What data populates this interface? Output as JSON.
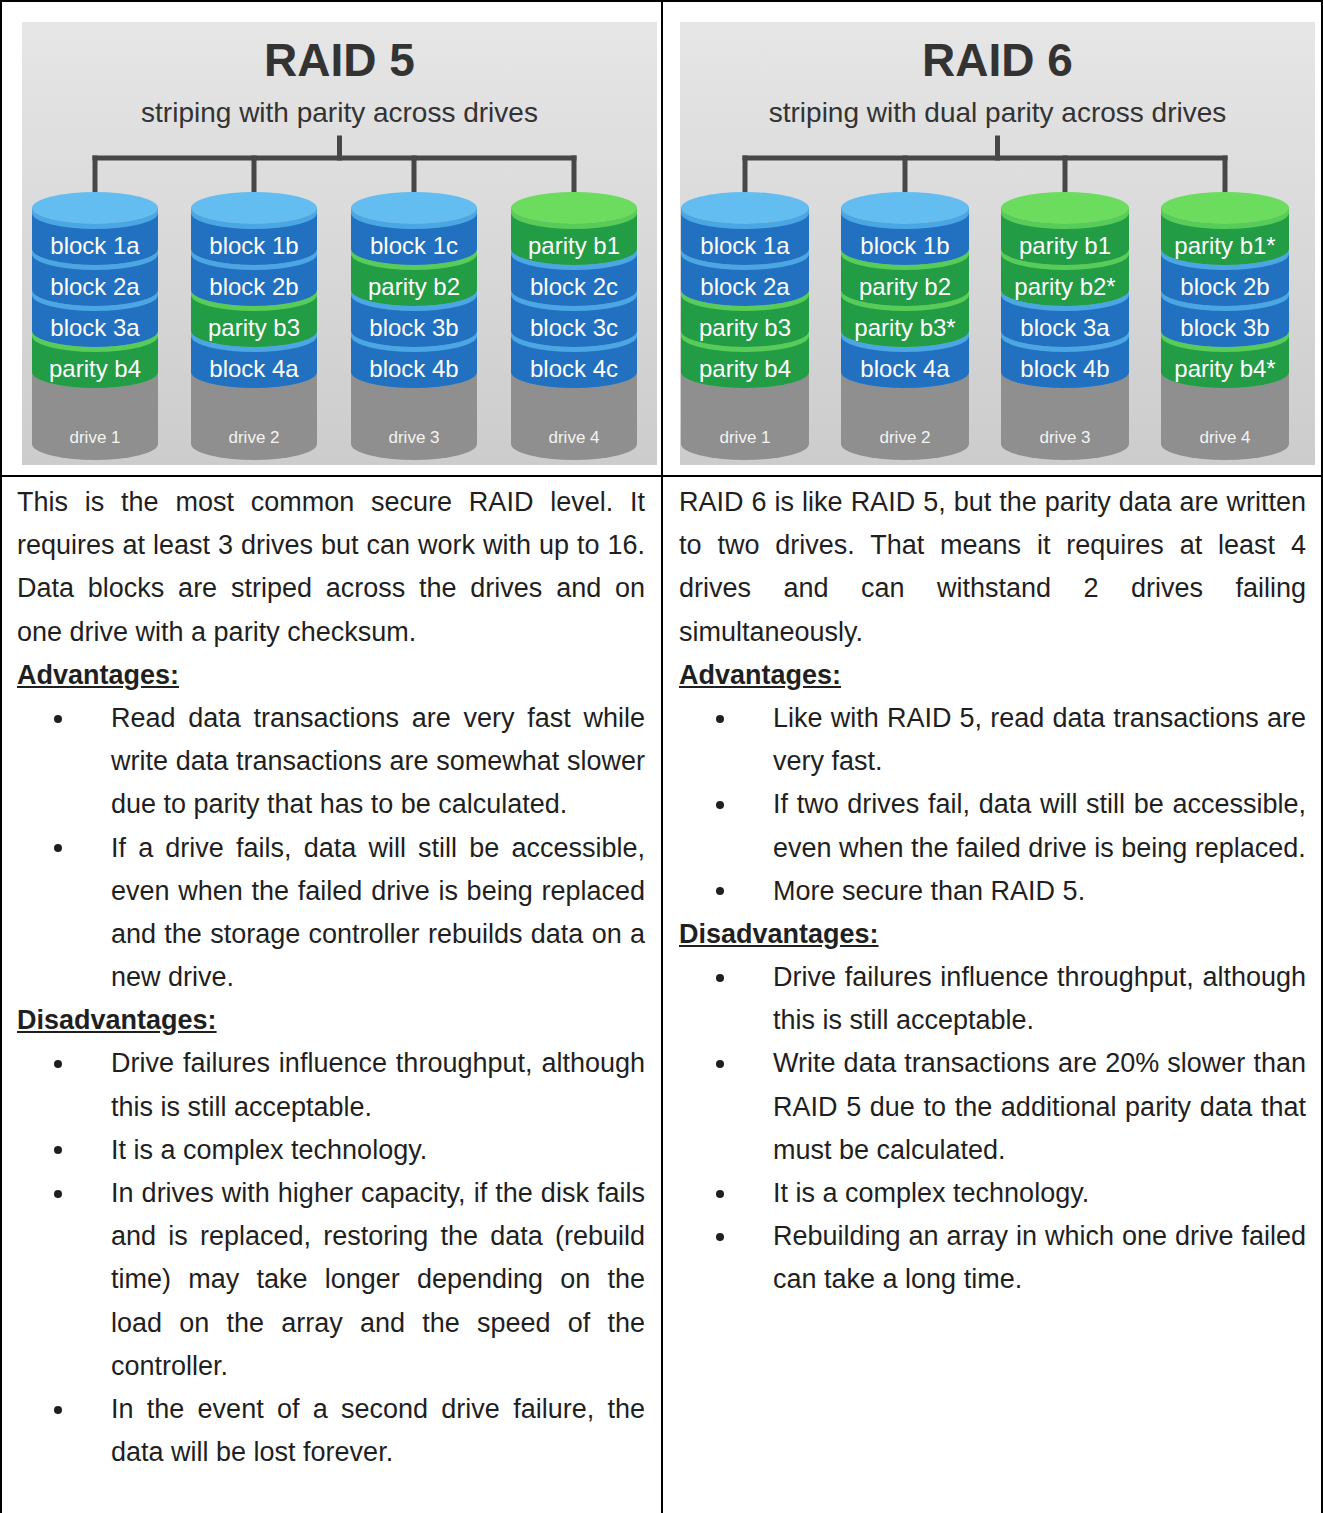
{
  "diagram": {
    "nodes": [
      {
        "text": [
          "RAID 5",
          "striping with parity across drives"
        ]
      },
      {
        "text": [
          "drive 1"
        ],
        "in": 0
      },
      {
        "text": [
          "block 1a"
        ],
        "in": 1
      },
      {
        "text": [
          "block 2a"
        ],
        "in": 1
      },
      {
        "text": [
          "block 3a"
        ],
        "in": 1
      },
      {
        "text": [
          "parity b4"
        ],
        "in": 1
      },
      {
        "text": [
          "drive 2"
        ],
        "in": 0
      },
      {
        "text": [
          "block 1b"
        ],
        "in": 6
      },
      {
        "text": [
          "block 2b"
        ],
        "in": 6
      },
      {
        "text": [
          "parity b3"
        ],
        "in": 6
      },
      {
        "text": [
          "block 4a"
        ],
        "in": 6
      },
      {
        "text": [
          "drive 3"
        ],
        "in": 0
      },
      {
        "text": [
          "block 1c"
        ],
        "in": 11
      },
      {
        "text": [
          "parity b2"
        ],
        "in": 11
      },
      {
        "text": [
          "block 3b"
        ],
        "in": 11
      },
      {
        "text": [
          "block 4b"
        ],
        "in": 11
      },
      {
        "text": [
          "drive 4"
        ],
        "in": 0
      },
      {
        "text": [
          "parity b1"
        ],
        "in": 16
      },
      {
        "text": [
          "block 2c"
        ],
        "in": 16
      },
      {
        "text": [
          "block 3c"
        ],
        "in": 16
      },
      {
        "text": [
          "block 4c"
        ],
        "in": 16
      },
      {
        "text": [
          "RAID 6",
          "striping with dual parity across drives"
        ]
      },
      {
        "text": [
          "drive 1"
        ],
        "in": 21
      },
      {
        "text": [
          "block 1a"
        ],
        "in": 22
      },
      {
        "text": [
          "block 2a"
        ],
        "in": 22
      },
      {
        "text": [
          "parity b3"
        ],
        "in": 22
      },
      {
        "text": [
          "parity b4"
        ],
        "in": 22
      },
      {
        "text": [
          "drive 2"
        ],
        "in": 21
      },
      {
        "text": [
          "block 1b"
        ],
        "in": 27
      },
      {
        "text": [
          "parity b2"
        ],
        "in": 27
      },
      {
        "text": [
          "parity b3*"
        ],
        "in": 27
      },
      {
        "text": [
          "block 4a"
        ],
        "in": 27
      },
      {
        "text": [
          "drive 3"
        ],
        "in": 21
      },
      {
        "text": [
          "parity b1"
        ],
        "in": 32
      },
      {
        "text": [
          "parity b2*"
        ],
        "in": 32
      },
      {
        "text": [
          "block 3a"
        ],
        "in": 32
      },
      {
        "text": [
          "block 4b"
        ],
        "in": 32
      },
      {
        "text": [
          "drive 4"
        ],
        "in": 21
      },
      {
        "text": [
          "parity b1*"
        ],
        "in": 37
      },
      {
        "text": [
          "block 2b"
        ],
        "in": 37
      },
      {
        "text": [
          "block 3b"
        ],
        "in": 37
      },
      {
        "text": [
          "parity b4*"
        ],
        "in": 37
      },
      {
        "text": [
          "This is the most common secure RAID level. It requires at least 3 drives but can work with up to 16. Data blocks are striped across the drives and on one drive with a parity checksum.",
          "Advantages:",
          "Read data transactions are very fast while write data transactions are somewhat slower due to parity that has to be calculated.",
          "If a drive fails, data will still be accessible, even when the failed drive is being replaced and the storage controller rebuilds data on a new drive.",
          "Disadvantages:",
          "Drive failures influence throughput, although this is still acceptable.",
          "It is a complex technology.",
          "In drives with higher capacity, if the disk fails and is replaced, restoring the data (rebuild time) may take longer depending on the load on the array and the speed of the controller.",
          "In the event of a second drive failure, the data will be lost forever."
        ]
      },
      {
        "text": [
          "RAID 6 is like RAID 5, but the parity data are written to two drives. That means it requires at least 4 drives and can withstand 2 drives failing simultaneously.",
          "Advantages:",
          "Like with RAID 5, read data transactions are very fast.",
          "If two drives fail, data will still be accessible, even when the failed drive is being replaced.",
          "More secure than RAID 5.",
          "Disadvantages:",
          "Drive failures influence throughput, although this is still acceptable.",
          "Write data transactions are 20% slower than RAID 5 due to the additional parity data that must be calculated.",
          "It is a complex technology.",
          "Rebuilding an array in which one drive failed can take a long time."
        ]
      }
    ]
  }
}
